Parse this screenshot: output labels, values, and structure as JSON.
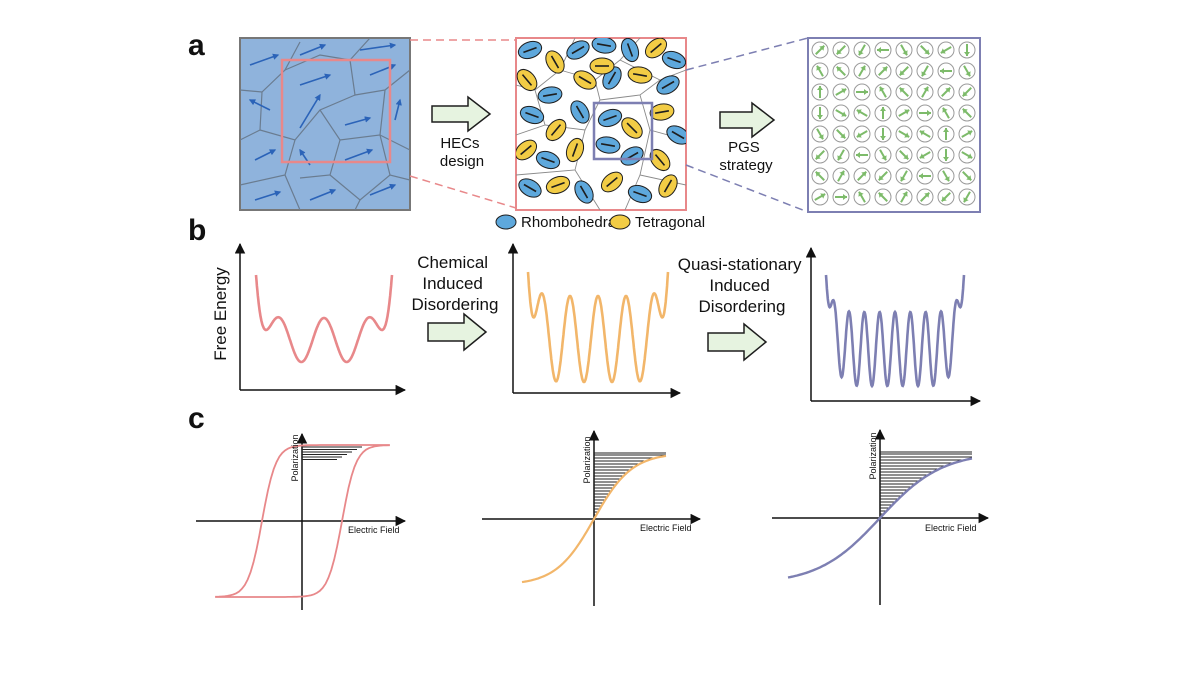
{
  "panels": {
    "a": {
      "letter": "a",
      "step1_label": [
        "HECs",
        "design"
      ],
      "step2_label": [
        "PGS",
        "strategy"
      ],
      "legend": [
        {
          "label": "Rhombohedral",
          "color": "#5ea8dc"
        },
        {
          "label": "Tetragonal",
          "color": "#f2cc45"
        }
      ]
    },
    "b": {
      "letter": "b",
      "ylabel": "Free Energy",
      "step1_label": [
        "Chemical",
        "Induced",
        "Disordering"
      ],
      "step2_label": [
        "Quasi-stationary",
        "Induced",
        "Disordering"
      ]
    },
    "c": {
      "letter": "c",
      "ylabel": "Polarization",
      "xlabel": "Electric Field"
    }
  },
  "colors": {
    "grain_fill": "#8fb3dc",
    "grain_edge": "#6a7c90",
    "domain_arrow": "#2b63b8",
    "pink": "#e8888a",
    "orange": "#f2b66a",
    "purple": "#7d7fb2",
    "green_arrow": "#7dbb6a",
    "arrow_fill": "#e6f3e0",
    "arrow_stroke": "#1e1e1e"
  },
  "icons": {
    "process_arrow": "block-arrow-right-icon",
    "polar_dipole": "circle-arrow-icon"
  }
}
